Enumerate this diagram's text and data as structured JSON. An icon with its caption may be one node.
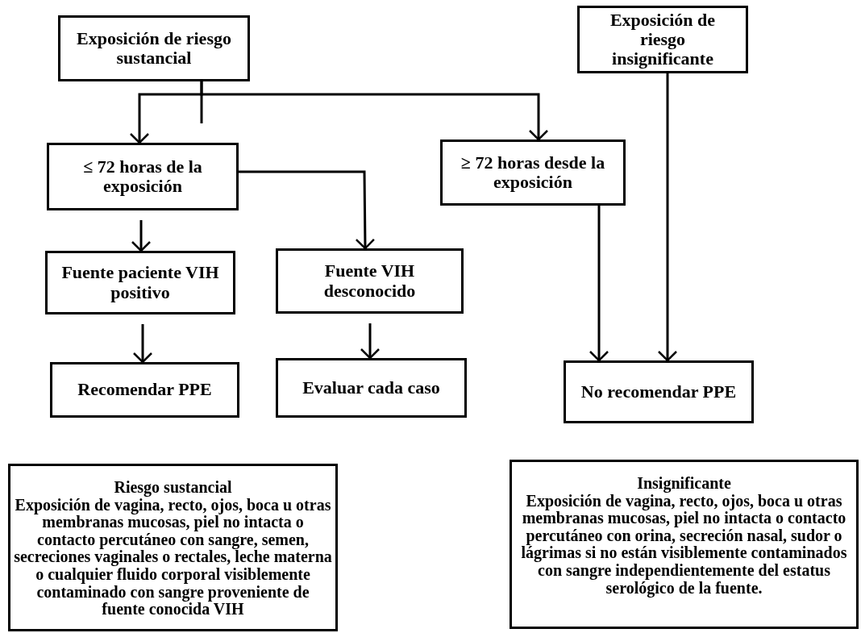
{
  "diagram": {
    "nodes": [
      {
        "text": [
          "Exposición de riesgo sustancial"
        ]
      },
      {
        "text": [
          "Exposición de riesgo insignificante"
        ]
      },
      {
        "text": [
          "≤ 72 horas de la exposición"
        ]
      },
      {
        "text": [
          "≥ 72 horas desde la exposición"
        ]
      },
      {
        "text": [
          "Fuente paciente VIH positivo"
        ]
      },
      {
        "text": [
          "Fuente VIH desconocido"
        ]
      },
      {
        "text": [
          "Recomendar PPE"
        ]
      },
      {
        "text": [
          "Evaluar cada caso"
        ]
      },
      {
        "text": [
          "No recomendar PPE"
        ]
      },
      {
        "text": [
          "Riesgo sustancial",
          "Exposición de vagina, recto, ojos, boca u otras membranas mucosas, piel no intacta o contacto percutáneo con sangre, semen, secreciones vaginales o rectales, leche materna o cualquier fluido corporal visiblemente contaminado con sangre proveniente de fuente conocida VIH"
        ]
      },
      {
        "text": [
          "Insignificante",
          "Exposición de vagina, recto, ojos, boca u otras membranas mucosas, piel no intacta o contacto percutáneo con orina, secreción nasal, sudor o lágrimas si no están visiblemente contaminados con sangre independientemente del estatus serológico de la fuente."
        ]
      }
    ],
    "edges": [
      {
        "from": 0,
        "to": 2,
        "arrow": "to"
      },
      {
        "from": 0,
        "to": 3,
        "arrow": "to"
      },
      {
        "from": 2,
        "to": 4,
        "arrow": "to"
      },
      {
        "from": 2,
        "to": 5,
        "arrow": "to"
      },
      {
        "from": 4,
        "to": 6,
        "arrow": "to"
      },
      {
        "from": 5,
        "to": 7,
        "arrow": "to"
      },
      {
        "from": 3,
        "to": 8,
        "arrow": "to"
      },
      {
        "from": 1,
        "to": 8,
        "arrow": "to"
      }
    ]
  }
}
